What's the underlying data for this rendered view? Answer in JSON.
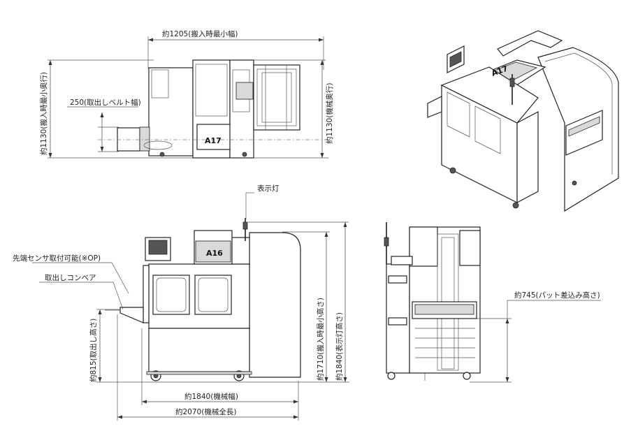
{
  "labels": {
    "min_carry_in_width": "約1205(搬入時最小幅)",
    "min_carry_in_depth": "約1130(搬入時最小奥行)",
    "machine_depth": "約1130(機械奥行)",
    "belt_width": "250(取出しベルト幅)",
    "indicator_lamp": "表示灯",
    "tip_sensor": "先端センサ取付可能(※OP)",
    "output_conveyor": "取出しコンベア",
    "output_height": "約815(取出し高さ)",
    "min_carry_in_height": "約1710(搬入時最小高さ)",
    "lamp_height": "約1840(表示灯高さ)",
    "machine_width": "約1840(機械幅)",
    "overall_length": "約2070(機械全長)",
    "pallet_height": "約745(パット差込み高さ)"
  },
  "model_plates": {
    "top_view": "A17",
    "front_view": "A16",
    "iso_view": "A17"
  }
}
